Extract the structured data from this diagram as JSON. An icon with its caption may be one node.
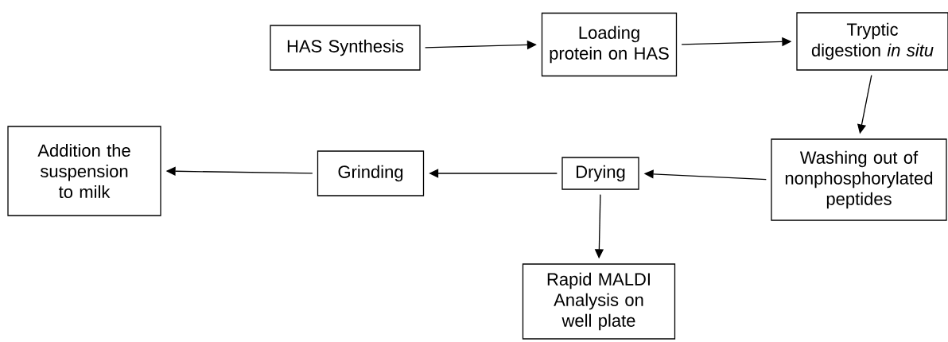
{
  "diagram": {
    "nodes": [
      {
        "text": [
          "HAS Synthesis"
        ]
      },
      {
        "text": [
          "Loading protein on HAS"
        ]
      },
      {
        "text": [
          "Tryptic digestion *in situ*"
        ]
      },
      {
        "text": [
          "Washing out of nonphosphorylated peptides"
        ]
      },
      {
        "text": [
          "Drying"
        ]
      },
      {
        "text": [
          "Grinding"
        ]
      },
      {
        "text": [
          "Addition the suspension to milk"
        ]
      },
      {
        "text": [
          "Rapid MALDI Analysis on well plate"
        ]
      }
    ],
    "edges": [
      {
        "from": 0,
        "to": 1,
        "arrow": "to"
      },
      {
        "from": 1,
        "to": 2,
        "arrow": "to"
      },
      {
        "from": 2,
        "to": 3,
        "arrow": "to"
      },
      {
        "from": 3,
        "to": 4,
        "arrow": "to"
      },
      {
        "from": 4,
        "to": 5,
        "arrow": "to"
      },
      {
        "from": 5,
        "to": 6,
        "arrow": "to"
      },
      {
        "from": 4,
        "to": 7,
        "arrow": "to"
      }
    ]
  }
}
